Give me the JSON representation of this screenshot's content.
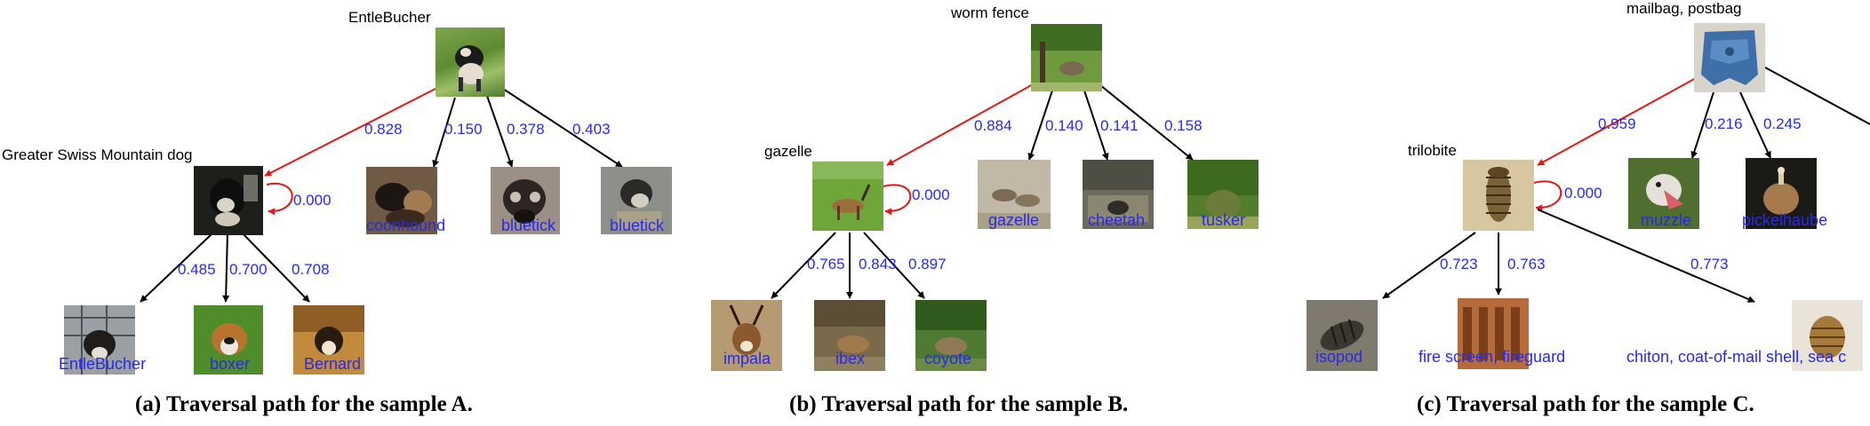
{
  "panel_a": {
    "root_label": "EntleBucher",
    "child_label": "Greater Swiss Mountain dog",
    "weights": {
      "root_child": "0.828",
      "root_s1": "0.150",
      "root_s2": "0.378",
      "root_s3": "0.403",
      "self_loop": "0.000",
      "child_l1": "0.485",
      "child_l2": "0.700",
      "child_l3": "0.708"
    },
    "classes": {
      "s1": "coonhound",
      "s2": "bluetick",
      "s3": "bluetick",
      "l1": "EntleBucher",
      "l2": "boxer",
      "l3": "Bernard"
    },
    "caption": "(a) Traversal path for the sample A."
  },
  "panel_b": {
    "root_label": "worm fence",
    "child_label": "gazelle",
    "weights": {
      "root_child": "0.884",
      "root_s1": "0.140",
      "root_s2": "0.141",
      "root_s3": "0.158",
      "self_loop": "0.000",
      "child_l1": "0.765",
      "child_l2": "0.843",
      "child_l3": "0.897"
    },
    "classes": {
      "s1": "gazelle",
      "s2": "cheetah",
      "s3": "tusker",
      "l1": "impala",
      "l2": "ibex",
      "l3": "coyote"
    },
    "caption": "(b) Traversal path for the sample B."
  },
  "panel_c": {
    "root_label": "mailbag, postbag",
    "child_label": "trilobite",
    "weights": {
      "root_child": "0.959",
      "root_s1": "0.216",
      "root_s2": "0.245",
      "self_loop": "0.000",
      "child_l1": "0.723",
      "child_l2": "0.763",
      "child_l3": "0.773"
    },
    "classes": {
      "s1": "muzzle",
      "s2": "pickelhaube",
      "l1": "isopod",
      "l2": "fire screen, fireguard",
      "l3": "chiton, coat-of-mail shell, sea c"
    },
    "caption": "(c) Traversal path for the sample C."
  },
  "colors": {
    "red_edge": "#e01818",
    "black_edge": "#000000",
    "weight_text": "#2a2ae6"
  }
}
